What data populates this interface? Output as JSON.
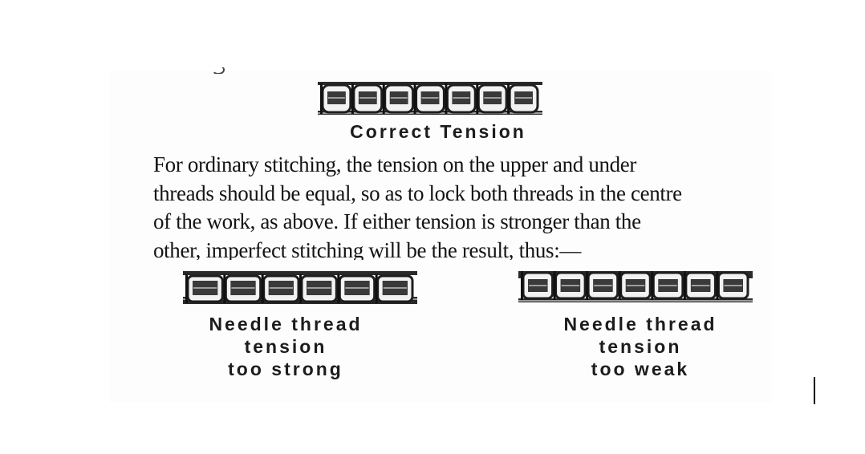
{
  "figure_top": {
    "caption": "Correct Tension"
  },
  "paragraph": {
    "lines": [
      "For ordinary stitching, the tension on the upper and under",
      "threads should be equal, so as to lock both threads in the centre",
      "of the work, as above. If either tension is stronger than the",
      "other, imperfect stitching will be the result, thus:—"
    ]
  },
  "figure_left": {
    "caption_lines": [
      "Needle thread",
      "tension",
      "too strong"
    ]
  },
  "figure_right": {
    "caption_lines": [
      "Needle thread",
      "tension",
      "too weak"
    ]
  }
}
